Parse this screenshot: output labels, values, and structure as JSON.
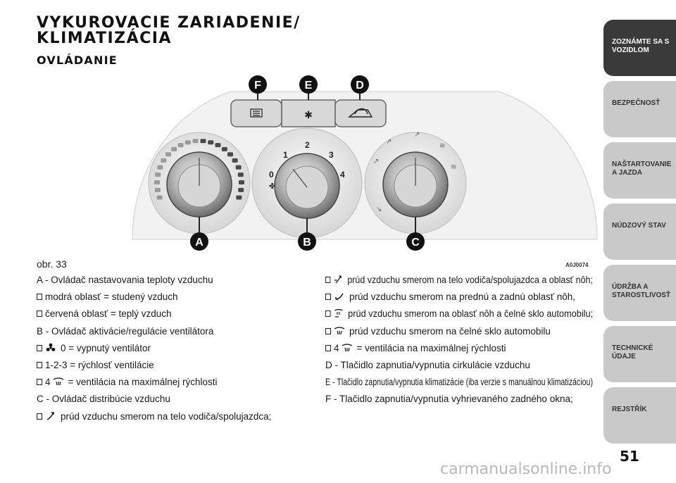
{
  "header": {
    "title_line1": "VYKUROVACIE ZARIADENIE/",
    "title_line2": "KLIMATIZÁCIA",
    "subtitle": "OVLÁDANIE"
  },
  "figure": {
    "caption": "obr. 33",
    "code": "A0J0074",
    "labels": {
      "A": "A",
      "B": "B",
      "C": "C",
      "D": "D",
      "E": "E",
      "F": "F"
    },
    "fan_numbers": [
      "0",
      "1",
      "2",
      "3",
      "4"
    ]
  },
  "left_column": [
    {
      "text": "A - Ovládač nastavovania teploty vzduchu"
    },
    {
      "text": "modrá oblasť = studený vzduch",
      "bullet": true
    },
    {
      "text": "červená oblasť = teplý vzduch",
      "bullet": true
    },
    {
      "text": "B - Ovládač aktivácie/regulácie ventilátora"
    },
    {
      "text": "0 = vypnutý ventilátor",
      "bullet": true,
      "icon": "fan-icon"
    },
    {
      "text": "1-2-3 = rýchlosť ventilácie",
      "bullet": true
    },
    {
      "pre": "4",
      "text": "= ventilácia na maximálnej rýchlosti",
      "bullet": true,
      "icon": "windshield-icon"
    },
    {
      "text": "C - Ovládač distribúcie vzduchu"
    },
    {
      "text": "prúd vzduchu smerom na telo vodiča/spolujazdca;",
      "bullet": true,
      "icon": "face-vent-icon"
    }
  ],
  "right_column": [
    {
      "text": "prúd vzduchu smerom na telo vodiča/spolujazdca a oblasť nôh;",
      "bullet": true,
      "icon": "face-feet-icon"
    },
    {
      "text": "prúd vzduchu smerom na prednú a zadnú oblasť nôh,",
      "bullet": true,
      "icon": "feet-icon"
    },
    {
      "text": "prúd vzduchu smerom na oblasť nôh a čelné sklo automobilu;",
      "bullet": true,
      "icon": "feet-windshield-icon"
    },
    {
      "text": "prúd vzduchu smerom na čelné sklo automobilu",
      "bullet": true,
      "icon": "windshield-icon"
    },
    {
      "pre": "4",
      "text": "= ventilácia na maximálnej rýchlosti",
      "bullet": true,
      "icon": "windshield-icon"
    },
    {
      "text": "D - Tlačidlo zapnutia/vypnutia cirkulácie vzduchu"
    },
    {
      "text": "E - Tlačidlo zapnutia/vypnutia klimatizácie (iba verzie s manuálnou klimatizáciou)"
    },
    {
      "text": "F - Tlačidlo zapnutia/vypnutia vyhrievaného zadného okna;"
    }
  ],
  "sidebar": [
    {
      "label": "ZOZNÁMTE SA S VOZIDLOM",
      "active": true
    },
    {
      "label": "BEZPEČNOSŤ"
    },
    {
      "label": "NAŠTARTOVANIE A JAZDA"
    },
    {
      "label": "NÚDZOVÝ STAV"
    },
    {
      "label": "ÚDRŽBA A STAROSTLIVOSŤ"
    },
    {
      "label": "TECHNICKÉ ÚDAJE"
    },
    {
      "label": "REJSTŘÍK"
    }
  ],
  "page_number": "51",
  "watermark": "carmanualsonline.info"
}
